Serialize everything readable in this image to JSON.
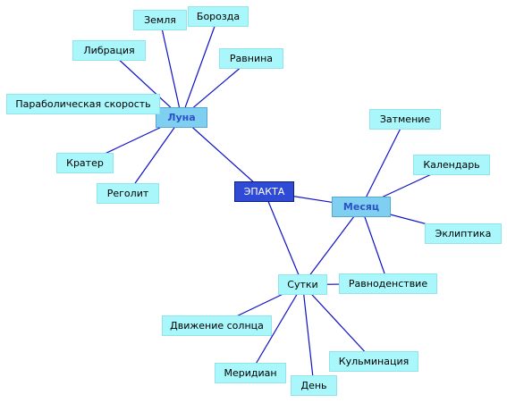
{
  "diagram": {
    "root": {
      "label": "ЭПАКТА"
    },
    "hubs": {
      "luna": {
        "label": "Луна"
      },
      "mesyac": {
        "label": "Месяц"
      },
      "sutki": {
        "label": "Сутки"
      }
    },
    "leaves": {
      "zemlya": {
        "label": "Земля"
      },
      "borozda": {
        "label": "Борозда"
      },
      "libraciya": {
        "label": "Либрация"
      },
      "ravnina": {
        "label": "Равнина"
      },
      "parabol": {
        "label": "Параболическая скорость"
      },
      "krater": {
        "label": "Кратер"
      },
      "regolit": {
        "label": "Реголит"
      },
      "zatmenie": {
        "label": "Затмение"
      },
      "kalendar": {
        "label": "Календарь"
      },
      "ekliptika": {
        "label": "Эклиптика"
      },
      "ravnodenstvie": {
        "label": "Равноденствие"
      },
      "dvizhenie": {
        "label": "Движение солнца"
      },
      "meridian": {
        "label": "Меридиан"
      },
      "den": {
        "label": "День"
      },
      "kulminaciya": {
        "label": "Кульминация"
      }
    },
    "edges": [
      [
        "root",
        "luna"
      ],
      [
        "root",
        "mesyac"
      ],
      [
        "root",
        "sutki"
      ],
      [
        "luna",
        "zemlya"
      ],
      [
        "luna",
        "borozda"
      ],
      [
        "luna",
        "libraciya"
      ],
      [
        "luna",
        "ravnina"
      ],
      [
        "luna",
        "parabol"
      ],
      [
        "luna",
        "krater"
      ],
      [
        "luna",
        "regolit"
      ],
      [
        "mesyac",
        "zatmenie"
      ],
      [
        "mesyac",
        "kalendar"
      ],
      [
        "mesyac",
        "ekliptika"
      ],
      [
        "mesyac",
        "ravnodenstvie"
      ],
      [
        "mesyac",
        "sutki"
      ],
      [
        "sutki",
        "ravnodenstvie"
      ],
      [
        "sutki",
        "dvizhenie"
      ],
      [
        "sutki",
        "meridian"
      ],
      [
        "sutki",
        "den"
      ],
      [
        "sutki",
        "kulminaciya"
      ]
    ],
    "colors": {
      "edge": "#1010c8",
      "leaf_fill": "#a9f6fb",
      "hub_fill": "#7fcff1",
      "hub_text": "#2c50c8",
      "root_fill": "#2f4bd6",
      "root_text": "#ffffff"
    }
  }
}
